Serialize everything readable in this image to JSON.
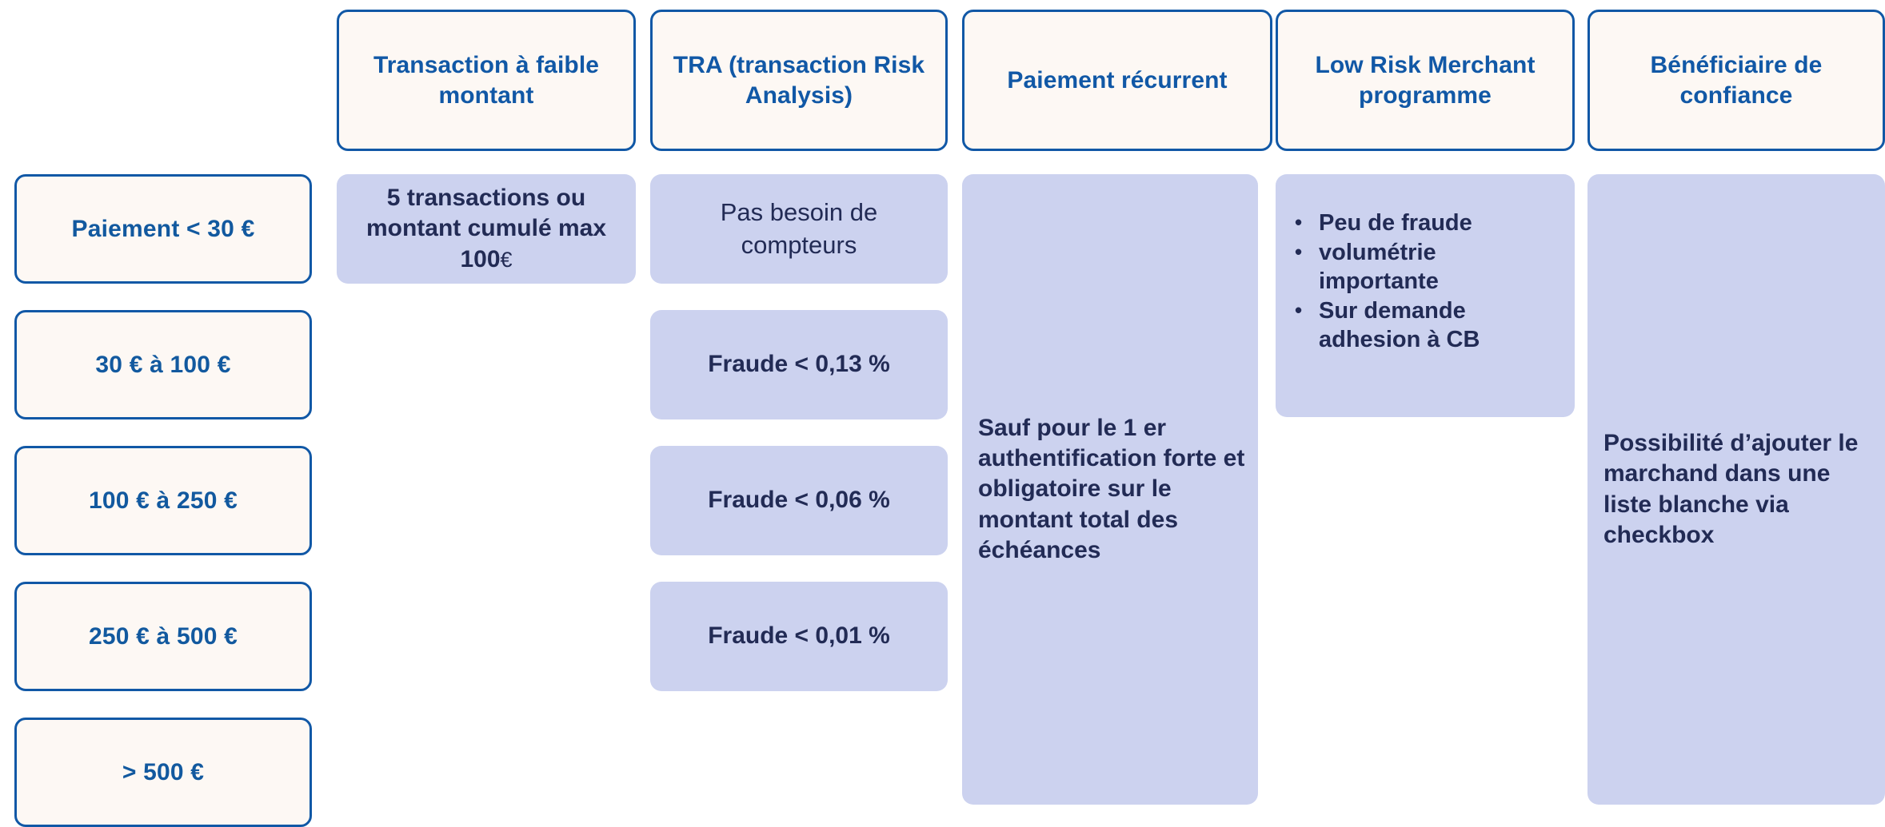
{
  "theme": {
    "outline_border": "#1158a6",
    "outline_bg": "#fdf8f4",
    "outline_text": "#1158a6",
    "row_label_text": "#12599f",
    "filled_bg": "#ccd2ef",
    "filled_text": "#222b55",
    "page_bg": "#ffffff"
  },
  "columns": [
    {
      "id": "low-amount",
      "label": "Transaction à faible montant"
    },
    {
      "id": "tra",
      "label": "TRA (transaction Risk Analysis)"
    },
    {
      "id": "recurring",
      "label": "Paiement récurrent"
    },
    {
      "id": "low-risk-merchant",
      "label": "Low Risk Merchant programme"
    },
    {
      "id": "trusted-payee",
      "label": "Bénéficiaire de confiance"
    }
  ],
  "rows": [
    {
      "id": "under-30",
      "label": "Paiement < 30 €"
    },
    {
      "id": "30-to-100",
      "label": "30 € à 100 €"
    },
    {
      "id": "100-to-250",
      "label": "100 € à 250 €"
    },
    {
      "id": "250-to-500",
      "label": "250 € à 500 €"
    },
    {
      "id": "over-500",
      "label": "> 500 €"
    }
  ],
  "cells": {
    "low_amount_under30": {
      "line1": "5 transactions ou",
      "line2": "montant cumulé max",
      "amount": "100",
      "currency": "€"
    },
    "tra_under30": "Pas besoin de compteurs",
    "tra_30_100": "Fraude < 0,13 %",
    "tra_100_250": "Fraude < 0,06 %",
    "tra_250_500": "Fraude < 0,01 %",
    "recurring_note": "Sauf pour le 1 er authentification forte et obligatoire sur le montant total des échéances",
    "low_risk_bullets": [
      "Peu de fraude",
      "volumétrie importante",
      "Sur demande adhesion à CB"
    ],
    "trusted_payee_note": "Possibilité d’ajouter le marchand dans une liste blanche via checkbox"
  }
}
